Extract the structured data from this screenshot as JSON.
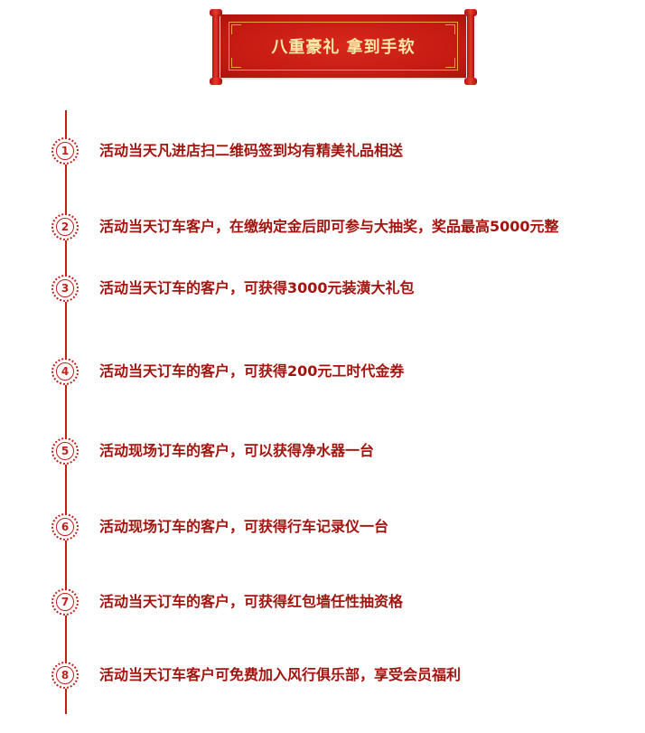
{
  "banner": {
    "title": "八重豪礼 拿到手软"
  },
  "steps": [
    {
      "number": "1",
      "text": "活动当天凡进店扫二维码签到均有精美礼品相送"
    },
    {
      "number": "2",
      "text": "活动当天订车客户，在缴纳定金后即可参与大抽奖，奖品最高5000元整"
    },
    {
      "number": "3",
      "text": "活动当天订车的客户，可获得3000元装潢大礼包"
    },
    {
      "number": "4",
      "text": "活动当天订车的客户，可获得200元工时代金券"
    },
    {
      "number": "5",
      "text": "活动现场订车的客户，可以获得净水器一台"
    },
    {
      "number": "6",
      "text": "活动现场订车的客户，可获得行车记录仪一台"
    },
    {
      "number": "7",
      "text": "活动当天订车的客户，可获得红包墙任性抽资格"
    },
    {
      "number": "8",
      "text": "活动当天订车客户可免费加入风行俱乐部，享受会员福利"
    }
  ],
  "colors": {
    "accent": "#c1201a",
    "text": "#a4140f",
    "banner_text": "#ffe9a8"
  }
}
